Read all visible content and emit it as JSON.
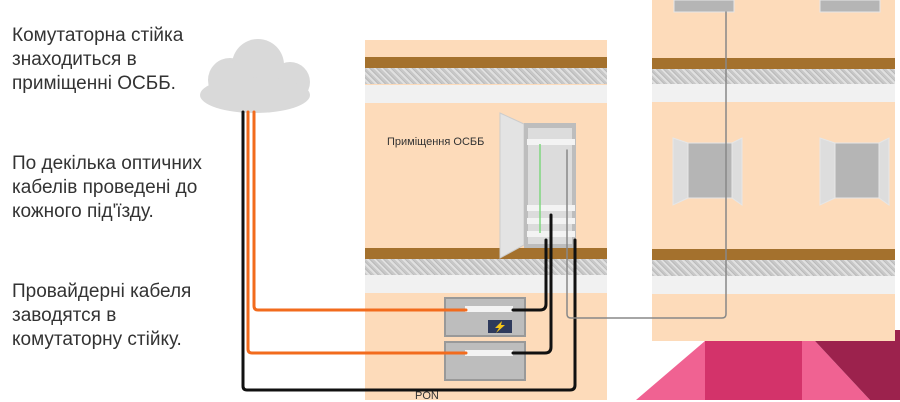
{
  "paragraphs": [
    "Комутаторна стійка знаходиться в приміщенні ОСББ.",
    "По декілька оптичних кабелів проведені до кожного під'їзду.",
    "Провайдерні кабеля заводятся в комутаторну стійку."
  ],
  "labels": {
    "room": "Приміщення ОСББ",
    "pon": "PON"
  },
  "colors": {
    "wall": "#fddbba",
    "floor": "#a4712d",
    "fiber": "#f26b1d",
    "cable": "#111111",
    "pink": "#f06292",
    "crimson": "#d3336a",
    "wine": "#9c224d"
  },
  "icons": [
    "cloud-icon",
    "lightning-icon"
  ]
}
